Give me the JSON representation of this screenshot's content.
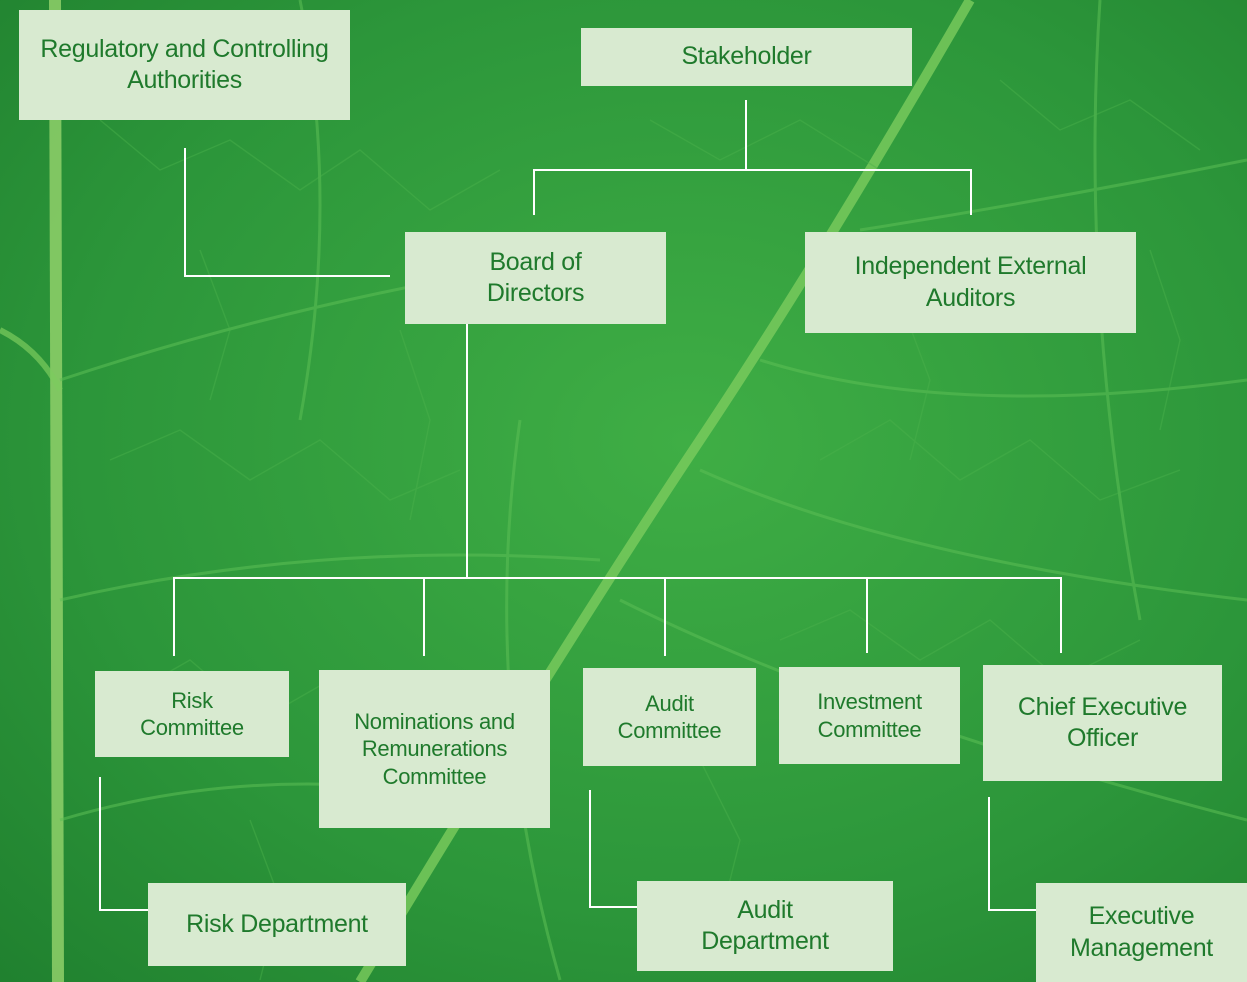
{
  "colors": {
    "leaf_green": "#2f9a3c",
    "vein_light": "#9fdc7c",
    "box_fill": "#d8ead0",
    "box_text": "#1f7a2c",
    "connector": "#ffffff"
  },
  "nodes": {
    "regulatory": "Regulatory and Controlling Authorities",
    "stakeholder": "Stakeholder",
    "board": "Board of Directors",
    "auditors": "Independent External Auditors",
    "risk_committee": "Risk Committee",
    "nominations": "Nominations and Remunerations Committee",
    "audit_committee": "Audit Committee",
    "investment": "Investment Committee",
    "ceo": "Chief Executive Officer",
    "risk_department": "Risk Department",
    "audit_department": "Audit Department",
    "executive": "Executive Management"
  }
}
